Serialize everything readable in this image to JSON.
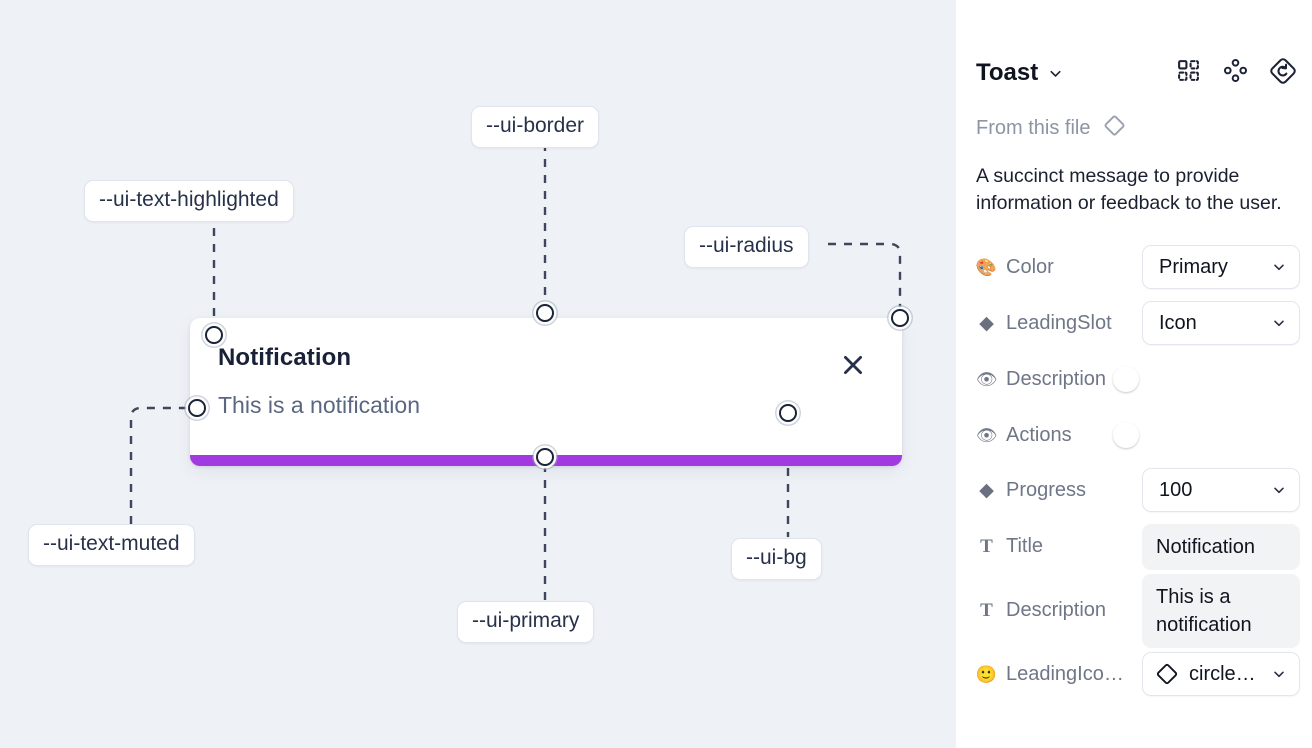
{
  "canvas": {
    "background_color": "#eef1f6",
    "toast": {
      "title": "Notification",
      "description": "This is a notification",
      "close_icon": "close-x-icon",
      "progress_color": "#a13ae0",
      "background_color": "#ffffff"
    },
    "tokens": [
      {
        "id": "text-highlighted",
        "label": "--ui-text-highlighted"
      },
      {
        "id": "border",
        "label": "--ui-border"
      },
      {
        "id": "radius",
        "label": "--ui-radius"
      },
      {
        "id": "text-muted",
        "label": "--ui-text-muted"
      },
      {
        "id": "primary",
        "label": "--ui-primary"
      },
      {
        "id": "bg",
        "label": "--ui-bg"
      }
    ]
  },
  "panel": {
    "title": "Toast",
    "title_caret_icon": "chevron-down-icon",
    "header_icons": [
      {
        "name": "component-grid-icon"
      },
      {
        "name": "variants-diamond-dots-icon"
      },
      {
        "name": "reset-diamond-icon"
      }
    ],
    "from_file": {
      "label": "From this file",
      "icon": "diamond-outline-icon"
    },
    "description": "A succinct message to provide information or feedback to the user.",
    "properties": [
      {
        "icon": "palette-emoji-icon",
        "glyph": "🎨",
        "label": "Color",
        "control": "select",
        "value": "Primary"
      },
      {
        "icon": "diamond-filled-icon",
        "glyph": "◆",
        "label": "LeadingSlot",
        "control": "select",
        "value": "Icon"
      },
      {
        "icon": "eye-emoji-icon",
        "glyph": "👁",
        "label": "Description",
        "control": "toggle",
        "value": "on"
      },
      {
        "icon": "eye-emoji-icon",
        "glyph": "👁",
        "label": "Actions",
        "control": "toggle",
        "value": "on"
      },
      {
        "icon": "diamond-filled-icon",
        "glyph": "◆",
        "label": "Progress",
        "control": "select",
        "value": "100"
      },
      {
        "icon": "text-type-icon",
        "glyph": "T",
        "label": "Title",
        "control": "text",
        "value": "Notification"
      },
      {
        "icon": "text-type-icon",
        "glyph": "T",
        "label": "Description",
        "control": "text",
        "value": "This is a notification"
      },
      {
        "icon": "smiley-emoji-icon",
        "glyph": "🙂",
        "label": "LeadingIcon…",
        "control": "icon-select",
        "value": "circle…"
      }
    ],
    "toggle_on_color": "#1e9bf5"
  }
}
